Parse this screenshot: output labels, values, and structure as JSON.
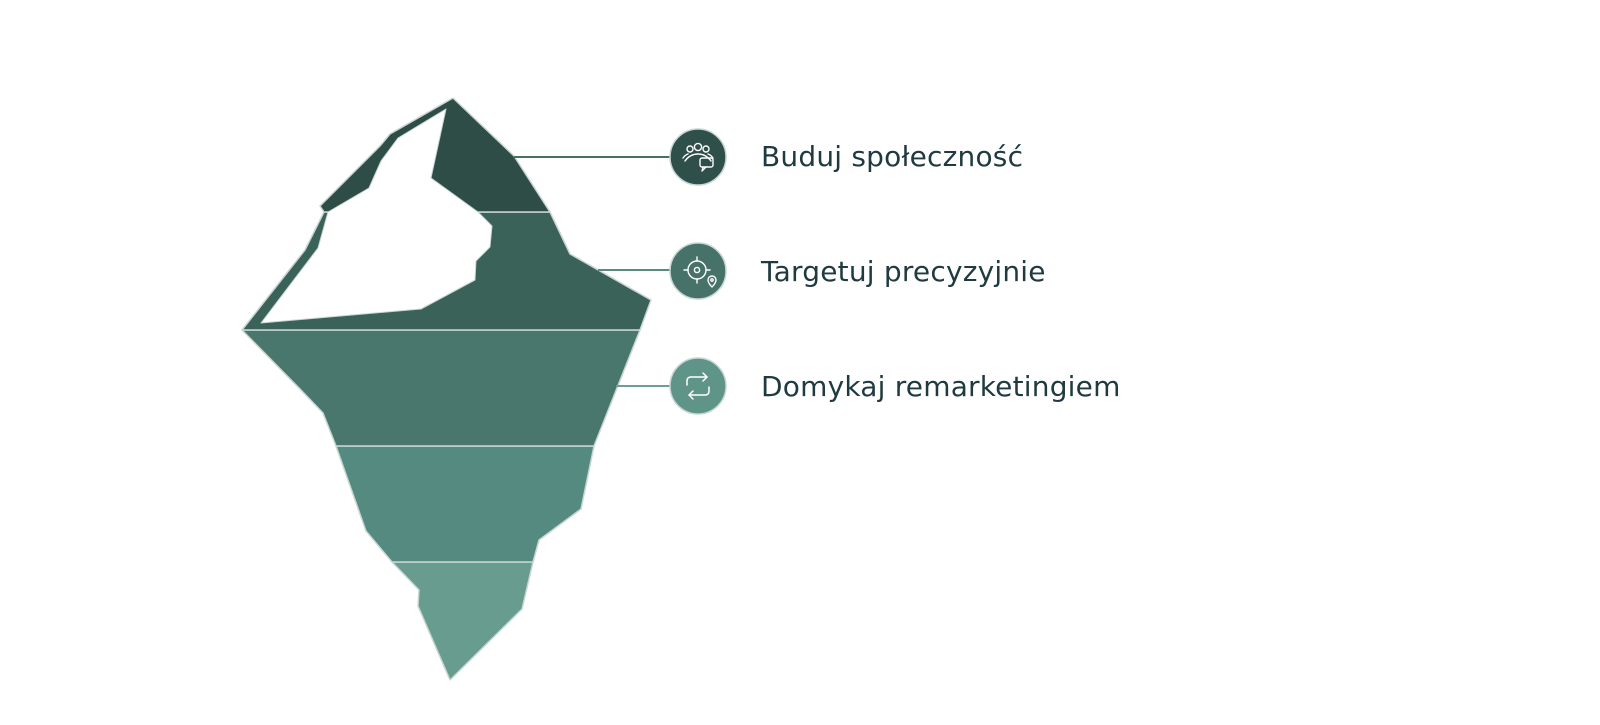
{
  "callouts": [
    {
      "label": "Buduj społeczność",
      "icon": "community-chat-icon",
      "color": "#2f4f4a"
    },
    {
      "label": "Targetuj precyzyjnie",
      "icon": "target-location-icon",
      "color": "#46726a"
    },
    {
      "label": "Domykaj remarketingiem",
      "icon": "repeat-icon",
      "color": "#5f9488"
    }
  ],
  "colors": {
    "peak": "#2f4d47",
    "tier2": "#3a6259",
    "tier3": "#4a776d",
    "tier4": "#548a7f",
    "tier5": "#679c8f",
    "snow": "#ffffff",
    "outline": "#c8d6d2",
    "text": "#1f3a40"
  }
}
